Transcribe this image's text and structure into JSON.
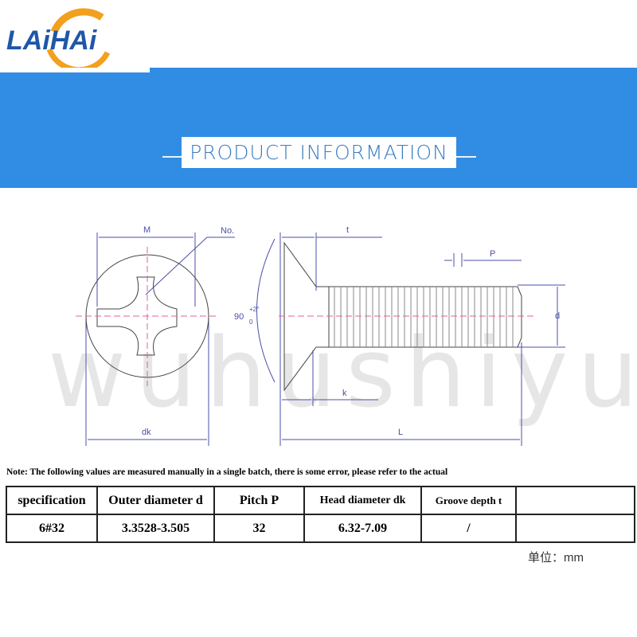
{
  "logo": {
    "text": "LAiHAi",
    "colors": {
      "blue": "#1f57a8",
      "orange": "#f2a01e"
    }
  },
  "banner": {
    "title": "PRODUCT INFORMATION",
    "color": "#308de3"
  },
  "watermark": "wuhushiyu",
  "drawing": {
    "labels": {
      "m": "M",
      "no": "No.",
      "t": "t",
      "p": "P",
      "d": "d",
      "angle": "90",
      "angle_plus": "+2°",
      "angle_zero": "0",
      "k": "k",
      "dk": "dk",
      "l": "L"
    },
    "line_color": "#4b4fa8",
    "center_color": "#e0609e"
  },
  "note": "Note: The following values are measured manually in a single batch, there is some error, please refer to the actual",
  "table": {
    "headers": [
      "specification",
      "Outer diameter d",
      "Pitch P",
      "Head diameter dk",
      "Groove depth t",
      ""
    ],
    "rows": [
      [
        "6#32",
        "3.3528-3.505",
        "32",
        "6.32-7.09",
        "/",
        ""
      ]
    ]
  },
  "unit": "单位：mm"
}
